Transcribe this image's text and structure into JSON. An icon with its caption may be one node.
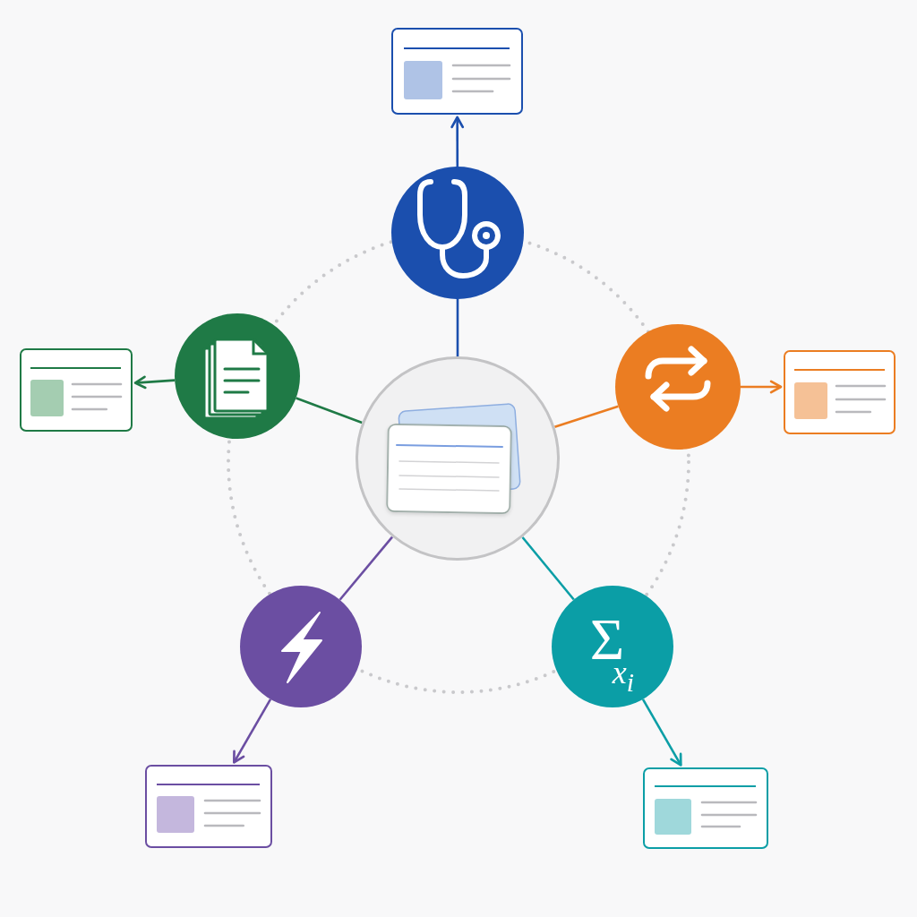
{
  "diagram": {
    "nodes": [
      {
        "text": [],
        "shape": "circle"
      },
      {
        "text": [],
        "shape": "circle"
      },
      {
        "text": [],
        "shape": "circle"
      },
      {
        "text": [
          "Σ",
          "x$_{i}$"
        ]
      },
      {
        "text": [],
        "shape": "circle"
      },
      {
        "text": [],
        "shape": "circle"
      },
      {
        "text": [],
        "shape": "box"
      },
      {
        "text": [],
        "shape": "box"
      },
      {
        "text": [],
        "shape": "box"
      },
      {
        "text": [],
        "shape": "box"
      },
      {
        "text": [],
        "shape": "box"
      }
    ],
    "edges": [
      {
        "from": 0,
        "to": 1,
        "arrow": "none",
        "color": "#1b4fae"
      },
      {
        "from": 1,
        "to": 6,
        "arrow": "to",
        "color": "#1b4fae"
      },
      {
        "from": 0,
        "to": 2,
        "arrow": "none",
        "color": "#eb7d22"
      },
      {
        "from": 2,
        "to": 7,
        "arrow": "to",
        "color": "#eb7d22"
      },
      {
        "from": 0,
        "to": 3,
        "arrow": "none",
        "color": "#0b9ea6"
      },
      {
        "from": 3,
        "to": 8,
        "arrow": "to",
        "color": "#0b9ea6"
      },
      {
        "from": 0,
        "to": 4,
        "arrow": "none",
        "color": "#6b4ea2"
      },
      {
        "from": 4,
        "to": 9,
        "arrow": "to",
        "color": "#6b4ea2"
      },
      {
        "from": 0,
        "to": 5,
        "arrow": "none",
        "color": "#1f7a46"
      },
      {
        "from": 5,
        "to": 10,
        "arrow": "to",
        "color": "#1f7a46"
      }
    ]
  }
}
